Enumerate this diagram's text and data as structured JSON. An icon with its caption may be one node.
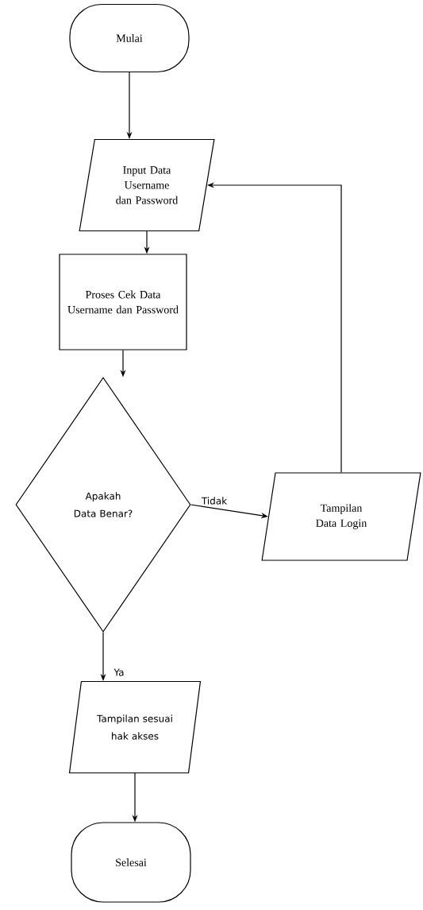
{
  "diagram": {
    "nodes": [
      {
        "text": [
          "Mulai"
        ]
      },
      {
        "text": [
          "Input Data Username dan Password"
        ]
      },
      {
        "text": [
          "Proses Cek Data Username dan Password"
        ]
      },
      {
        "text": [
          "Apakah Data Benar?"
        ]
      },
      {
        "text": [
          "Tampilan Data Login"
        ]
      },
      {
        "text": [
          "Tampilan sesuai hak akses"
        ]
      },
      {
        "text": [
          "Selesai"
        ]
      }
    ],
    "edges": [
      {
        "from": 0,
        "to": 1,
        "arrow": "to"
      },
      {
        "from": 1,
        "to": 2,
        "arrow": "to"
      },
      {
        "from": 2,
        "to": 3,
        "arrow": "to"
      },
      {
        "from": 3,
        "to": 4,
        "arrow": "to",
        "label": "Tidak"
      },
      {
        "from": 4,
        "to": 1,
        "arrow": "to"
      },
      {
        "from": 3,
        "to": 5,
        "arrow": "to",
        "label": "Ya"
      },
      {
        "from": 5,
        "to": 6,
        "arrow": "to"
      }
    ]
  }
}
